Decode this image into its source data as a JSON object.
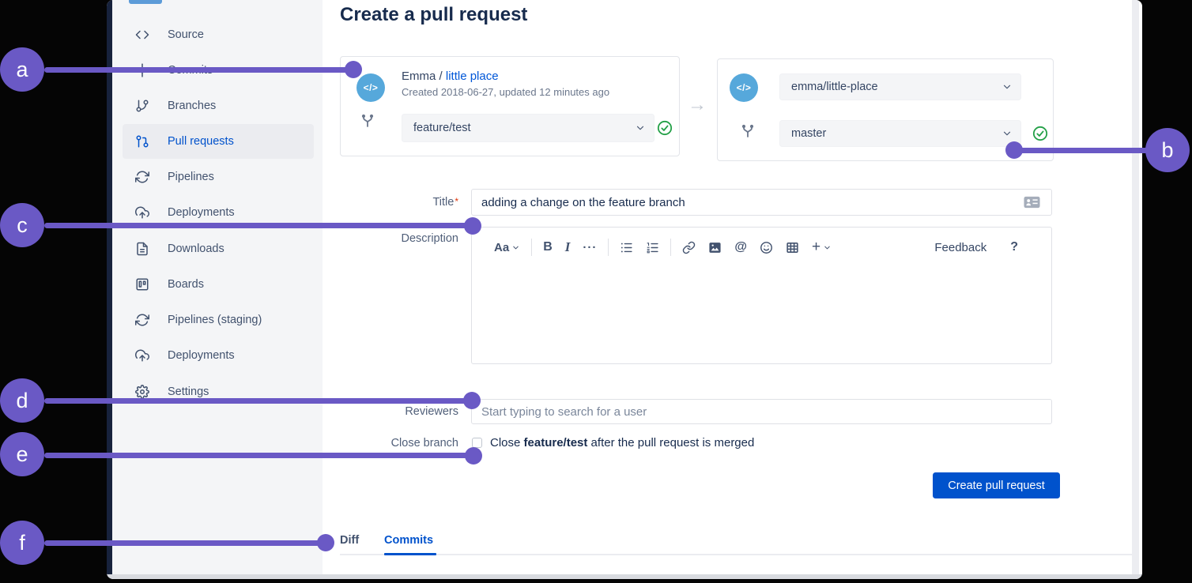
{
  "page": {
    "title": "Create a pull request"
  },
  "sidebar": {
    "items": [
      {
        "label": "Source",
        "icon": "code-icon",
        "selected": false
      },
      {
        "label": "Commits",
        "icon": "commits-icon",
        "selected": false
      },
      {
        "label": "Branches",
        "icon": "branch-icon",
        "selected": false
      },
      {
        "label": "Pull requests",
        "icon": "pull-request-icon",
        "selected": true
      },
      {
        "label": "Pipelines",
        "icon": "pipelines-icon",
        "selected": false
      },
      {
        "label": "Deployments",
        "icon": "deployments-icon",
        "selected": false
      },
      {
        "label": "Downloads",
        "icon": "downloads-icon",
        "selected": false
      },
      {
        "label": "Boards",
        "icon": "boards-icon",
        "selected": false
      },
      {
        "label": "Pipelines (staging)",
        "icon": "pipelines-icon",
        "selected": false
      },
      {
        "label": "Deployments",
        "icon": "deployments-icon",
        "selected": false
      },
      {
        "label": "Settings",
        "icon": "settings-icon",
        "selected": false
      }
    ]
  },
  "source_card": {
    "owner": "Emma",
    "separator": " / ",
    "repo": "little place",
    "meta": "Created 2018-06-27, updated 12 minutes ago",
    "branch": "feature/test",
    "avatar_glyph": "</>"
  },
  "dest_card": {
    "repo": "emma/little-place",
    "branch": "master",
    "avatar_glyph": "</>"
  },
  "form": {
    "title_label": "Title",
    "required_mark": "*",
    "title_value": "adding a change on the feature branch",
    "description_label": "Description",
    "reviewers_label": "Reviewers",
    "reviewers_placeholder": "Start typing to search for a user",
    "close_branch_label": "Close branch",
    "close_branch_pre": "Close ",
    "close_branch_bold": "feature/test",
    "close_branch_post": " after the pull request is merged",
    "submit_label": "Create pull request"
  },
  "editor": {
    "toolbar": {
      "text_style": "Aa",
      "bold": "B",
      "italic": "I",
      "more": "···",
      "mention": "@",
      "plus": "+",
      "feedback": "Feedback",
      "help": "?"
    }
  },
  "tabs": {
    "items": [
      {
        "label": "Diff",
        "active": false
      },
      {
        "label": "Commits",
        "active": true
      }
    ]
  },
  "annotations": {
    "items": [
      {
        "label": "a"
      },
      {
        "label": "b"
      },
      {
        "label": "c"
      },
      {
        "label": "d"
      },
      {
        "label": "e"
      },
      {
        "label": "f"
      }
    ],
    "color": "#6A59C5"
  },
  "colors": {
    "link_blue": "#0052CC",
    "button_blue": "#0052CC",
    "success_green": "#23A047",
    "avatar_blue": "#56A8DB",
    "sidebar_bg": "#F4F5F7"
  }
}
